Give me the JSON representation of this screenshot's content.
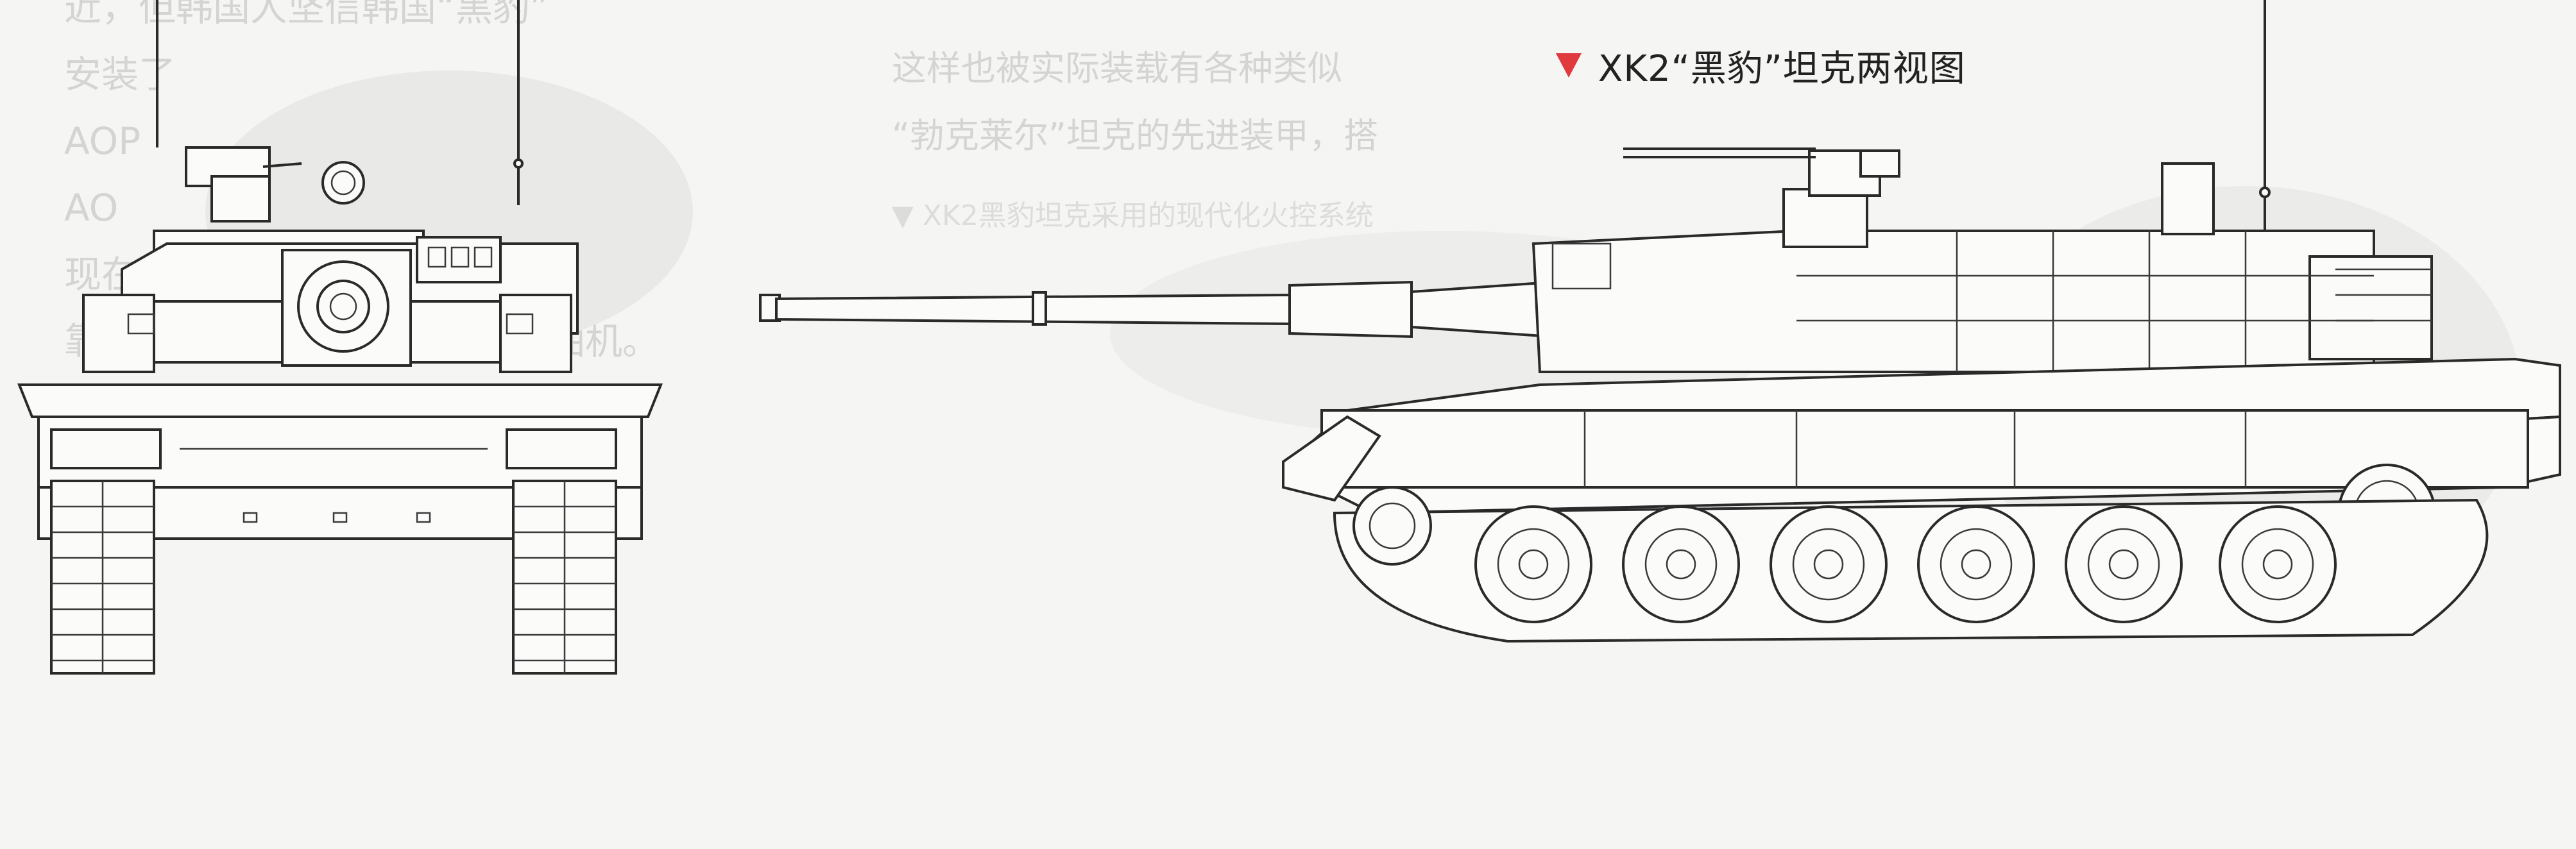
{
  "caption": {
    "marker_icon": "red-triangle-marker",
    "marker_color": "#e03a3e",
    "text": "XK2“黑豹”坦克两视图"
  },
  "bleed_through_text": {
    "left_lines": [
      "近，但韩国人坚信韩国“黑豹”",
      "安装了",
      "AOP",
      "AO",
      "",
      "",
      "",
      "",
      "",
      "",
      "",
      "现在正在进展，所以选择了可",
      "靠性和经济性获得多的德国柴油机。"
    ],
    "middle_lines": [
      "这样也被实际装载有各种类似",
      "“勃克莱尔”坦克的先进装甲，搭",
      "▼ XK2黑豹坦克采用的现代化火控系统"
    ]
  }
}
